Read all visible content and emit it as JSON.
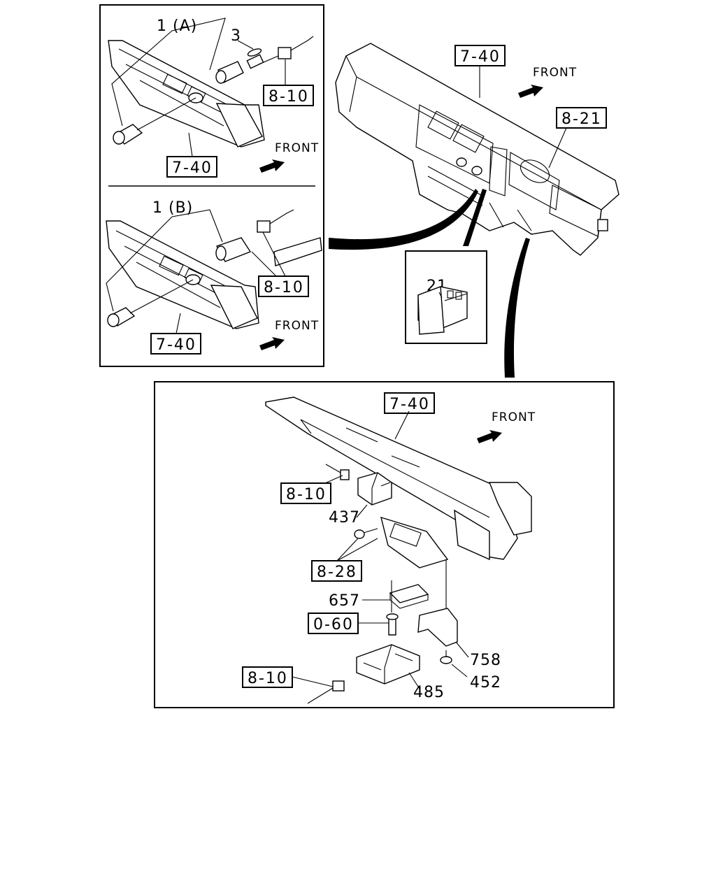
{
  "panels": {
    "top_left_a": {
      "callouts": [
        "1 (A)",
        "3"
      ],
      "refs": [
        "8-10",
        "7-40"
      ],
      "front": "FRONT"
    },
    "bottom_left_b": {
      "callouts": [
        "1 (B)"
      ],
      "refs": [
        "8-10",
        "7-40"
      ],
      "front": "FRONT"
    },
    "dashboard": {
      "refs": [
        "7-40",
        "8-21"
      ],
      "front": "FRONT"
    },
    "switch_detail": {
      "callouts": [
        "21"
      ]
    },
    "lower_detail": {
      "refs": [
        "7-40",
        "8-10",
        "8-28",
        "0-60",
        "8-10"
      ],
      "callouts": [
        "437",
        "657",
        "758",
        "452",
        "485"
      ],
      "front": "FRONT"
    }
  }
}
